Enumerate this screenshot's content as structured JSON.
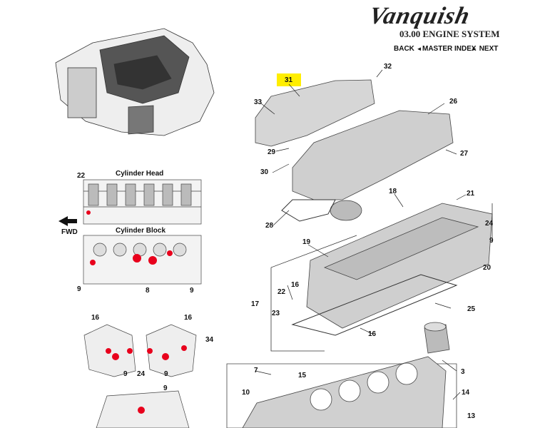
{
  "brand": "Vanquish",
  "section_title": "03.00 ENGINE SYSTEM",
  "nav": {
    "back": "BACK",
    "master_index": "MASTER INDEX",
    "next": "NEXT",
    "back_arrow": "◄",
    "next_arrow": "►"
  },
  "views": {
    "cylinder_head": "Cylinder Head",
    "cylinder_block": "Cylinder Block",
    "fwd": "FWD"
  },
  "highlight_color": "#ffee00",
  "marker_color": "#e8001c",
  "callouts": [
    "31",
    "32",
    "33",
    "26",
    "29",
    "27",
    "30",
    "18",
    "21",
    "28",
    "24",
    "9",
    "19",
    "20",
    "17",
    "16",
    "22",
    "23",
    "25",
    "16",
    "3",
    "7",
    "15",
    "10",
    "14",
    "13",
    "22",
    "9",
    "8",
    "9",
    "16",
    "16",
    "34",
    "9",
    "24",
    "9",
    "9"
  ]
}
